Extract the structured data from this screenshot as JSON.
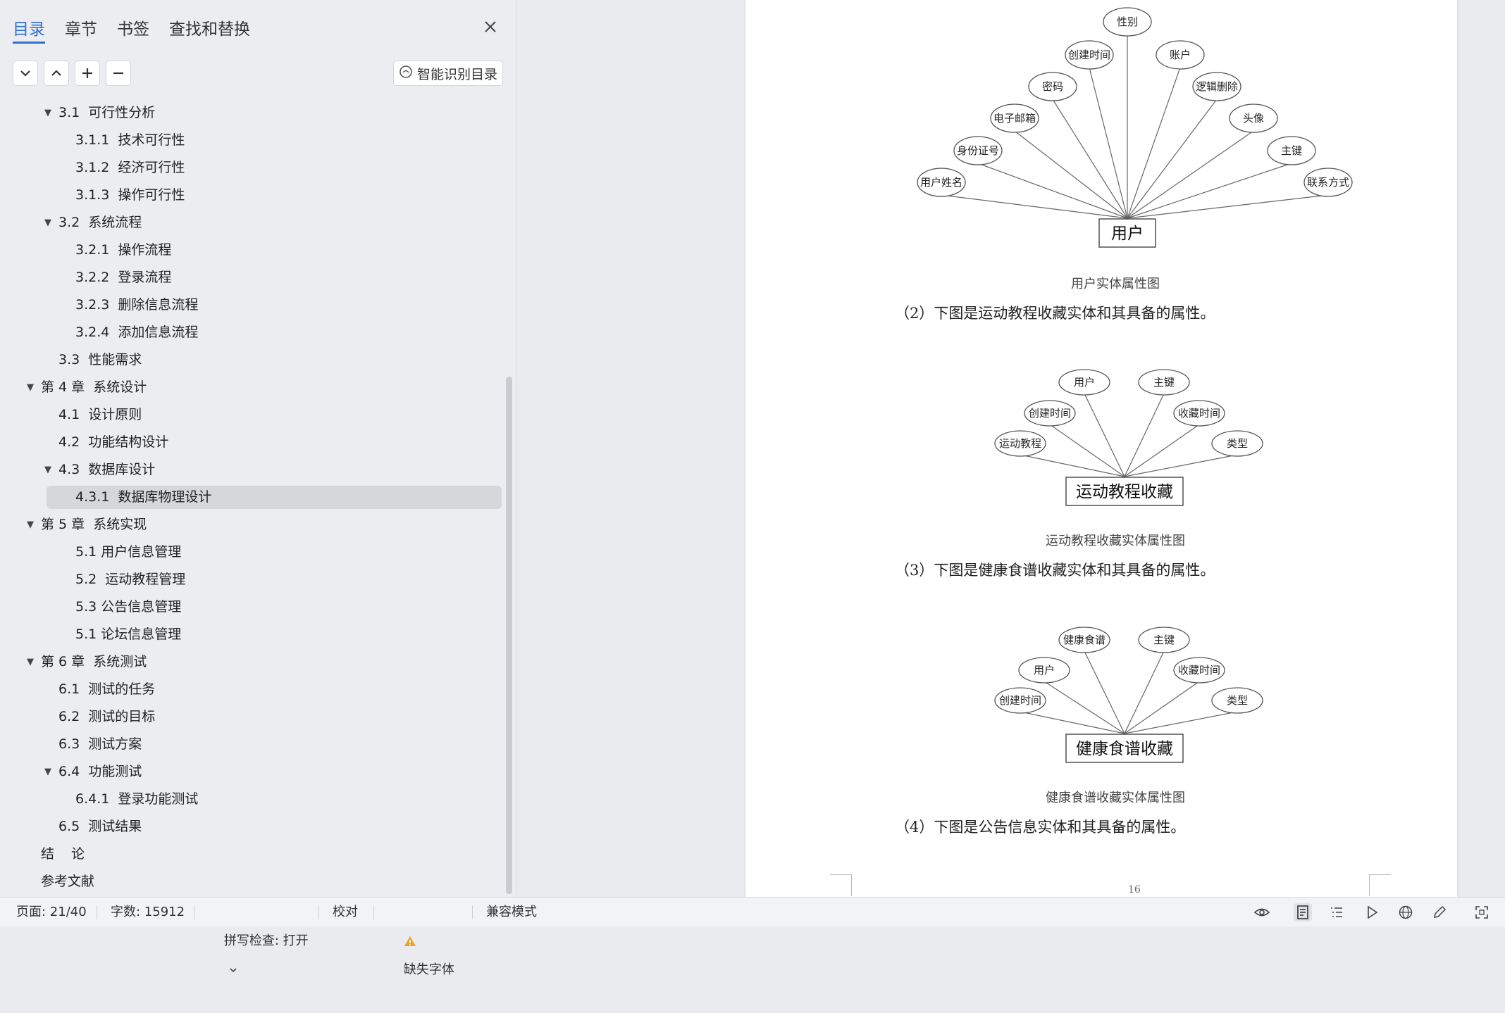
{
  "nav": {
    "tabs": [
      {
        "label": "目录",
        "active": true
      },
      {
        "label": "章节",
        "active": false
      },
      {
        "label": "书签",
        "active": false
      },
      {
        "label": "查找和替换",
        "active": false
      }
    ],
    "smart_button_label": "智能识别目录",
    "toc": [
      {
        "label": "3.1  可行性分析",
        "level": 2,
        "expanded": true
      },
      {
        "label": "3.1.1  技术可行性",
        "level": 3
      },
      {
        "label": "3.1.2  经济可行性",
        "level": 3
      },
      {
        "label": "3.1.3  操作可行性",
        "level": 3
      },
      {
        "label": "3.2  系统流程",
        "level": 2,
        "expanded": true
      },
      {
        "label": "3.2.1  操作流程",
        "level": 3
      },
      {
        "label": "3.2.2  登录流程",
        "level": 3
      },
      {
        "label": "3.2.3  删除信息流程",
        "level": 3
      },
      {
        "label": "3.2.4  添加信息流程",
        "level": 3
      },
      {
        "label": "3.3  性能需求",
        "level": 2
      },
      {
        "label": "第 4 章  系统设计",
        "level": 1,
        "expanded": true
      },
      {
        "label": "4.1  设计原则",
        "level": 2
      },
      {
        "label": "4.2  功能结构设计",
        "level": 2
      },
      {
        "label": "4.3  数据库设计",
        "level": 2,
        "expanded": true
      },
      {
        "label": "4.3.1  数据库物理设计",
        "level": 3,
        "selected": true
      },
      {
        "label": "第 5 章  系统实现",
        "level": 1,
        "expanded": true
      },
      {
        "label": "5.1 用户信息管理",
        "level": 3
      },
      {
        "label": "5.2  运动教程管理",
        "level": 3
      },
      {
        "label": "5.3 公告信息管理",
        "level": 3
      },
      {
        "label": "5.1 论坛信息管理",
        "level": 3
      },
      {
        "label": "第 6 章  系统测试",
        "level": 1,
        "expanded": true
      },
      {
        "label": "6.1  测试的任务",
        "level": 2
      },
      {
        "label": "6.2  测试的目标",
        "level": 2
      },
      {
        "label": "6.3  测试方案",
        "level": 2
      },
      {
        "label": "6.4  功能测试",
        "level": 2,
        "expanded": true
      },
      {
        "label": "6.4.1  登录功能测试",
        "level": 3
      },
      {
        "label": "6.5  测试结果",
        "level": 2
      },
      {
        "label": "结    论",
        "level": 1
      },
      {
        "label": "参考文献",
        "level": 1
      }
    ]
  },
  "document": {
    "diagrams": [
      {
        "entity": "用户",
        "attributes": [
          "用户姓名",
          "身份证号",
          "电子邮箱",
          "密码",
          "创建时间",
          "性别",
          "账户",
          "逻辑删除",
          "头像",
          "主键",
          "联系方式"
        ],
        "caption": "用户实体属性图"
      },
      {
        "entity": "运动教程收藏",
        "attributes": [
          "运动教程",
          "创建时间",
          "用户",
          "主键",
          "收藏时间",
          "类型"
        ],
        "caption": "运动教程收藏实体属性图"
      },
      {
        "entity": "健康食谱收藏",
        "attributes": [
          "创建时间",
          "用户",
          "健康食谱",
          "主键",
          "收藏时间",
          "类型"
        ],
        "caption": "健康食谱收藏实体属性图"
      }
    ],
    "paragraphs": [
      "（2）下图是运动教程收藏实体和其具备的属性。",
      "（3）下图是健康食谱收藏实体和其具备的属性。",
      "（4）下图是公告信息实体和其具备的属性。"
    ],
    "page_number": "16"
  },
  "status": {
    "page": "页面: 21/40",
    "words": "字数: 15912",
    "spell": "拼写检查: 打开",
    "proof": "校对",
    "missing_font": "缺失字体",
    "compat": "兼容模式"
  },
  "icons": {
    "close": "close-icon",
    "collapse_all": "chevron-down-icon",
    "expand_up": "chevron-up-icon",
    "add": "plus-icon",
    "remove": "minus-icon",
    "smart": "smart-recognize-icon",
    "warning": "warning-icon",
    "eye": "eye-icon",
    "page_view": "page-view-icon",
    "outline_view": "outline-view-icon",
    "play": "play-icon",
    "web": "globe-icon",
    "edit": "pen-icon",
    "fullscreen": "fullscreen-icon"
  },
  "colors": {
    "accent": "#2e6fd6",
    "selected_row": "#d5d7db",
    "warning": "#f0a020"
  }
}
